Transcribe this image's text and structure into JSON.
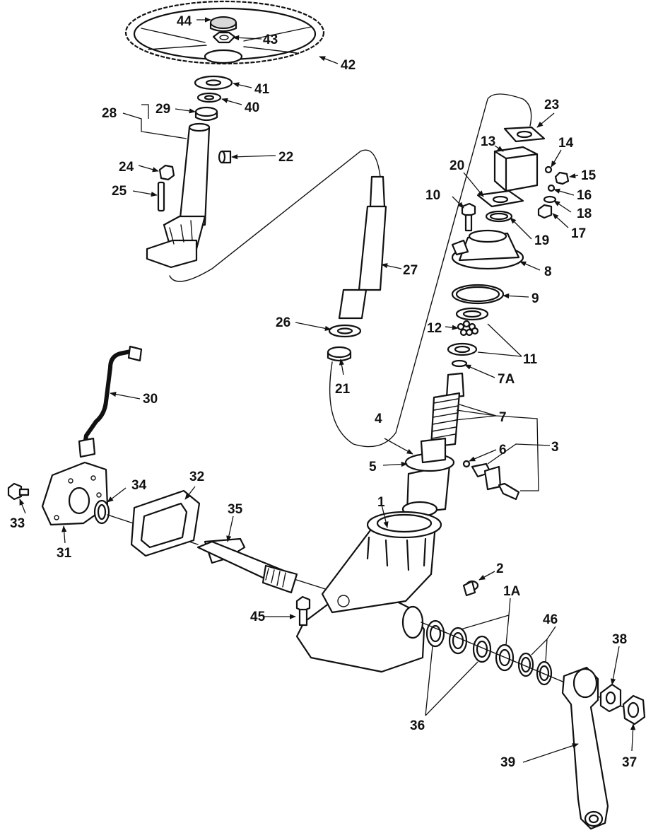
{
  "labels": {
    "l1": "1",
    "l1a": "1A",
    "l2": "2",
    "l3": "3",
    "l4": "4",
    "l5": "5",
    "l6": "6",
    "l7": "7",
    "l7a": "7A",
    "l8": "8",
    "l9": "9",
    "l10": "10",
    "l11": "11",
    "l12": "12",
    "l13": "13",
    "l14": "14",
    "l15": "15",
    "l16": "16",
    "l17": "17",
    "l18": "18",
    "l19": "19",
    "l20": "20",
    "l21": "21",
    "l22": "22",
    "l23": "23",
    "l24": "24",
    "l25": "25",
    "l26": "26",
    "l27": "27",
    "l28": "28",
    "l29": "29",
    "l30": "30",
    "l31": "31",
    "l32": "32",
    "l33": "33",
    "l34": "34",
    "l35": "35",
    "l36": "36",
    "l37": "37",
    "l38": "38",
    "l39": "39",
    "l40": "40",
    "l41": "41",
    "l42": "42",
    "l43": "43",
    "l44": "44",
    "l45": "45",
    "l46": "46"
  }
}
